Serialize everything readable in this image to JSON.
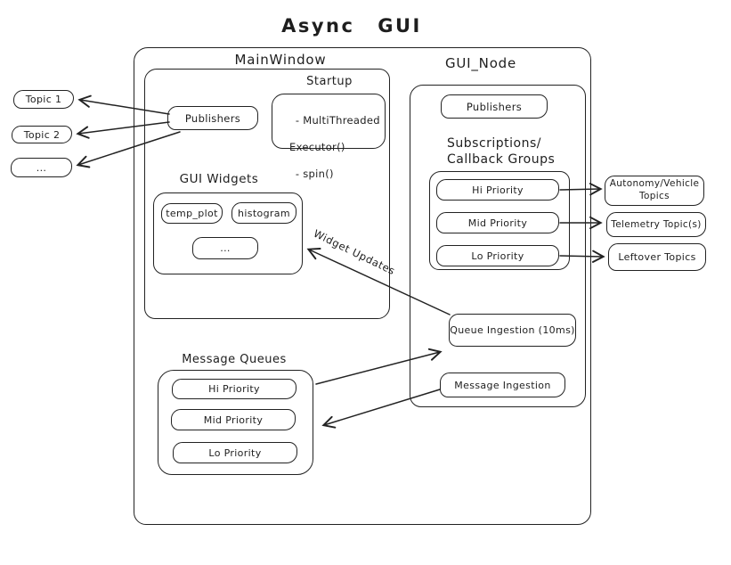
{
  "title": "Async GUI",
  "colors": {
    "stroke": "#222222",
    "background": "#ffffff"
  },
  "left_topics": {
    "items": [
      "Topic 1",
      "Topic 2",
      "..."
    ]
  },
  "main_window": {
    "label": "MainWindow",
    "publishers_label": "Publishers",
    "startup": {
      "label": "Startup",
      "line1": "- MultiThreaded",
      "line2": "Executor()",
      "line3": "- spin()"
    },
    "gui_widgets": {
      "label": "GUI Widgets",
      "items": [
        "temp_plot",
        "histogram",
        "..."
      ]
    }
  },
  "gui_node": {
    "label": "GUI_Node",
    "publishers_label": "Publishers",
    "subscriptions": {
      "label_line1": "Subscriptions/",
      "label_line2": "Callback Groups",
      "items": [
        "Hi Priority",
        "Mid Priority",
        "Lo Priority"
      ]
    },
    "queue_ingestion_label": "Queue Ingestion (10ms)",
    "message_ingestion_label": "Message Ingestion"
  },
  "right_topics": {
    "items": [
      "Autonomy/Vehicle Topics",
      "Telemetry Topic(s)",
      "Leftover Topics"
    ]
  },
  "message_queues": {
    "label": "Message Queues",
    "items": [
      "Hi Priority",
      "Mid Priority",
      "Lo Priority"
    ]
  },
  "annotations": {
    "widget_updates_label": "Widget Updates"
  }
}
